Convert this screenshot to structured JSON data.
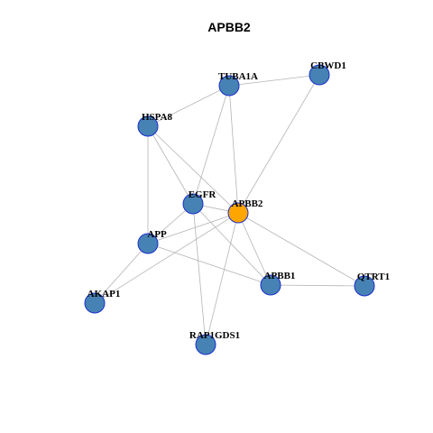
{
  "title": "APBB2",
  "colors": {
    "default_node": "#4682B4",
    "highlight_node": "#FFA500",
    "node_border": "#1a2fd0",
    "edge": "#b4b4b4"
  },
  "nodes": [
    {
      "id": "TUBA1A",
      "label": "TUBA1A",
      "highlight": false
    },
    {
      "id": "CBWD1",
      "label": "CBWD1",
      "highlight": false
    },
    {
      "id": "HSPA8",
      "label": "HSPA8",
      "highlight": false
    },
    {
      "id": "EGFR",
      "label": "EGFR",
      "highlight": false
    },
    {
      "id": "APBB2",
      "label": "APBB2",
      "highlight": true
    },
    {
      "id": "APP",
      "label": "APP",
      "highlight": false
    },
    {
      "id": "APBB1",
      "label": "APBB1",
      "highlight": false
    },
    {
      "id": "QTRT1",
      "label": "QTRT1",
      "highlight": false
    },
    {
      "id": "AKAP1",
      "label": "AKAP1",
      "highlight": false
    },
    {
      "id": "RAP1GDS1",
      "label": "RAP1GDS1",
      "highlight": false
    }
  ],
  "edges": [
    [
      "TUBA1A",
      "CBWD1"
    ],
    [
      "TUBA1A",
      "HSPA8"
    ],
    [
      "TUBA1A",
      "EGFR"
    ],
    [
      "TUBA1A",
      "APBB2"
    ],
    [
      "CBWD1",
      "APBB2"
    ],
    [
      "HSPA8",
      "EGFR"
    ],
    [
      "HSPA8",
      "APBB2"
    ],
    [
      "HSPA8",
      "APP"
    ],
    [
      "EGFR",
      "APBB2"
    ],
    [
      "EGFR",
      "APP"
    ],
    [
      "EGFR",
      "APBB1"
    ],
    [
      "EGFR",
      "RAP1GDS1"
    ],
    [
      "APBB2",
      "APP"
    ],
    [
      "APBB2",
      "APBB1"
    ],
    [
      "APBB2",
      "QTRT1"
    ],
    [
      "APBB2",
      "AKAP1"
    ],
    [
      "APBB2",
      "RAP1GDS1"
    ],
    [
      "APP",
      "APBB1"
    ],
    [
      "APP",
      "AKAP1"
    ],
    [
      "APBB1",
      "QTRT1"
    ]
  ]
}
